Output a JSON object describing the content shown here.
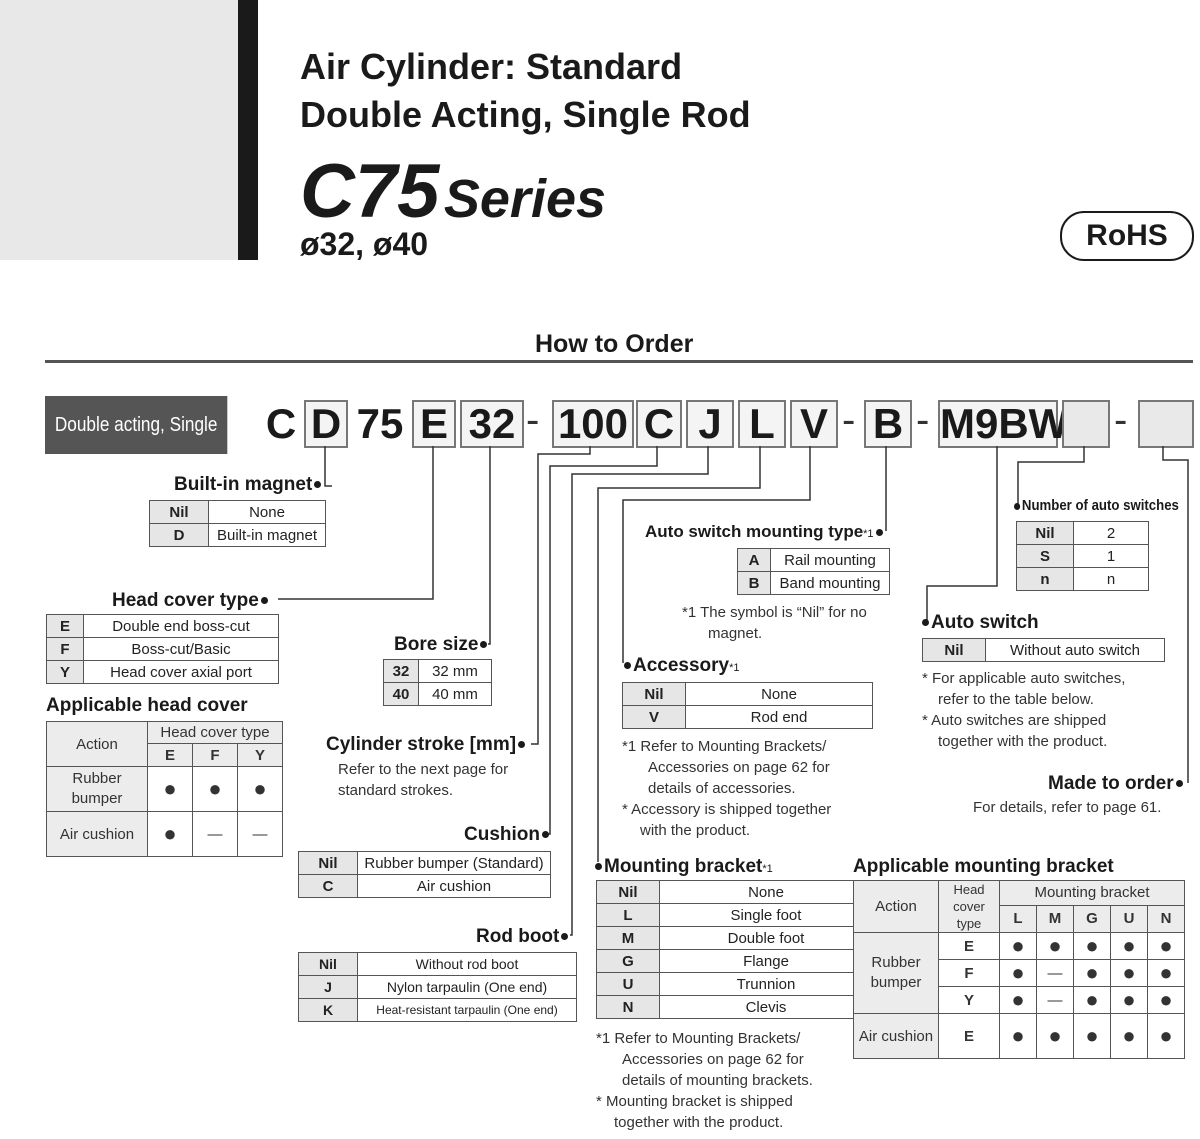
{
  "header": {
    "title_line1": "Air Cylinder: Standard",
    "title_line2": "Double Acting, Single Rod",
    "series_code": "C75",
    "series_word": "Series",
    "bore_sizes": "ø32, ø40",
    "rohs": "RoHS"
  },
  "how_to_order": "How to Order",
  "type_label": "Double acting, Single rod",
  "code": {
    "c": "C",
    "d": "D",
    "n75": "75",
    "e": "E",
    "n32": "32",
    "dash1": "-",
    "n100": "100",
    "cc": "C",
    "j": "J",
    "l": "L",
    "v": "V",
    "dash2": "-",
    "b": "B",
    "dash3": "-",
    "m9bw": "M9BW",
    "dash4": "-"
  },
  "magnet": {
    "title": "Built-in magnet",
    "rows": [
      [
        "Nil",
        "None"
      ],
      [
        "D",
        "Built-in magnet"
      ]
    ]
  },
  "head_cover": {
    "title": "Head cover type",
    "rows": [
      [
        "E",
        "Double end boss-cut"
      ],
      [
        "F",
        "Boss-cut/Basic"
      ],
      [
        "Y",
        "Head cover axial port"
      ]
    ]
  },
  "applicable_head": {
    "title": "Applicable head cover",
    "action": "Action",
    "group": "Head cover type",
    "cols": [
      "E",
      "F",
      "Y"
    ],
    "rows": [
      {
        "action1": "Rubber",
        "action2": "bumper",
        "cells": [
          "●",
          "●",
          "●"
        ]
      },
      {
        "action1": "Air cushion",
        "action2": "",
        "cells": [
          "●",
          "—",
          "—"
        ]
      }
    ]
  },
  "bore": {
    "title": "Bore size",
    "rows": [
      [
        "32",
        "32 mm"
      ],
      [
        "40",
        "40 mm"
      ]
    ]
  },
  "stroke": {
    "title": "Cylinder stroke [mm]",
    "note1": "Refer to the next page for",
    "note2": "standard strokes."
  },
  "cushion": {
    "title": "Cushion",
    "rows": [
      [
        "Nil",
        "Rubber bumper (Standard)"
      ],
      [
        "C",
        "Air cushion"
      ]
    ]
  },
  "rod_boot": {
    "title": "Rod boot",
    "rows": [
      [
        "Nil",
        "Without rod boot"
      ],
      [
        "J",
        "Nylon tarpaulin (One end)"
      ],
      [
        "K",
        "Heat-resistant tarpaulin (One end)"
      ]
    ]
  },
  "mount_type": {
    "title": "Auto switch mounting type",
    "sup": "*1",
    "rows": [
      [
        "A",
        "Rail mounting"
      ],
      [
        "B",
        "Band mounting"
      ]
    ],
    "note1": "*1  The symbol is “Nil” for no",
    "note2": "magnet."
  },
  "accessory": {
    "title": "Accessory",
    "sup": "*1",
    "rows": [
      [
        "Nil",
        "None"
      ],
      [
        "V",
        "Rod end"
      ]
    ],
    "notes": [
      "*1  Refer to Mounting Brackets/",
      "Accessories on page 62 for",
      "details of accessories.",
      "*  Accessory is shipped together",
      "with the product."
    ]
  },
  "bracket": {
    "title": "Mounting bracket",
    "sup": "*1",
    "rows": [
      [
        "Nil",
        "None"
      ],
      [
        "L",
        "Single foot"
      ],
      [
        "M",
        "Double foot"
      ],
      [
        "G",
        "Flange"
      ],
      [
        "U",
        "Trunnion"
      ],
      [
        "N",
        "Clevis"
      ]
    ],
    "notes": [
      "*1  Refer to Mounting Brackets/",
      "Accessories on page 62 for",
      "details of mounting brackets.",
      "*  Mounting bracket is shipped",
      "together with the product."
    ]
  },
  "num_switches": {
    "title": "Number of auto switches",
    "rows": [
      [
        "Nil",
        "2"
      ],
      [
        "S",
        "1"
      ],
      [
        "n",
        "n"
      ]
    ]
  },
  "auto_switch": {
    "title": "Auto switch",
    "rows": [
      [
        "Nil",
        "Without auto switch"
      ]
    ],
    "notes": [
      "*  For applicable auto switches,",
      "refer to the table below.",
      "*  Auto switches are shipped",
      "together with the product."
    ]
  },
  "made_to_order": {
    "title": "Made to order",
    "note": "For details, refer to page 61."
  },
  "applicable_bracket": {
    "title": "Applicable mounting bracket",
    "action": "Action",
    "head1": "Head",
    "head2": "cover type",
    "group": "Mounting bracket",
    "cols": [
      "L",
      "M",
      "G",
      "U",
      "N"
    ],
    "rubber1": "Rubber",
    "rubber2": "bumper",
    "air": "Air cushion",
    "rows": [
      {
        "type": "E",
        "cells": [
          "●",
          "●",
          "●",
          "●",
          "●"
        ]
      },
      {
        "type": "F",
        "cells": [
          "●",
          "—",
          "●",
          "●",
          "●"
        ]
      },
      {
        "type": "Y",
        "cells": [
          "●",
          "—",
          "●",
          "●",
          "●"
        ]
      },
      {
        "type": "E",
        "cells": [
          "●",
          "●",
          "●",
          "●",
          "●"
        ]
      }
    ]
  }
}
